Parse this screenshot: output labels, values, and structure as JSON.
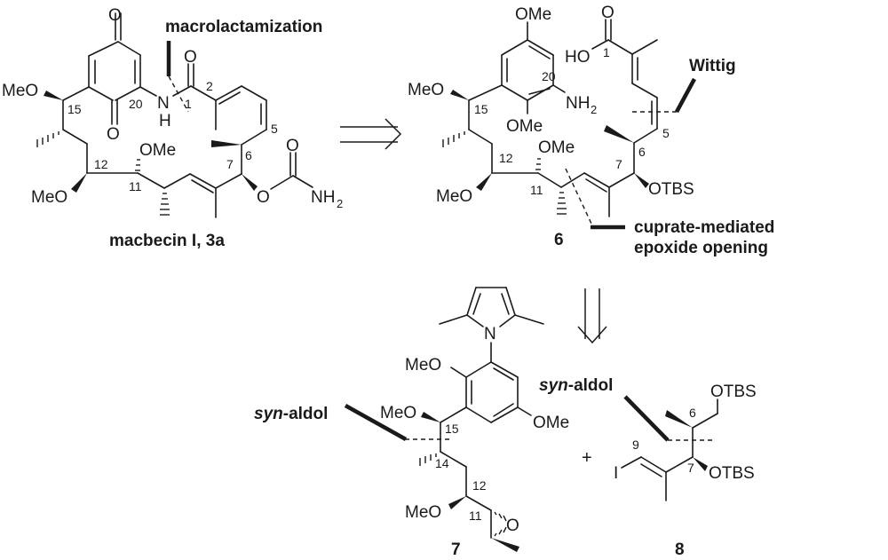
{
  "scheme": {
    "type": "retrosynthetic-analysis",
    "compounds": {
      "macbecin": {
        "name": "macbecin I, 3a",
        "atoms": {
          "o_top": "O",
          "o_bottom": "O",
          "meo_15": "MeO",
          "meo_12": "MeO",
          "ome_11": "OMe",
          "nh": "N",
          "h": "H",
          "o_amide": "O",
          "o_carbamate": "O",
          "o_ester": "O",
          "nh2": "NH",
          "nh2_sub": "2"
        },
        "locants": {
          "c15": "15",
          "c20": "20",
          "c1": "1",
          "c2": "2",
          "c5": "5",
          "c6": "6",
          "c7": "7",
          "c11": "11",
          "c12": "12"
        }
      },
      "compound6": {
        "name": "6",
        "atoms": {
          "ome_top": "OMe",
          "ome_mid": "OMe",
          "meo_15": "MeO",
          "meo_12": "MeO",
          "ome_11": "OMe",
          "nh2": "NH",
          "nh2_sub": "2",
          "ho": "HO",
          "o_acid": "O",
          "otbs": "OTBS"
        },
        "locants": {
          "c20": "20",
          "c15": "15",
          "c1": "1",
          "c5": "5",
          "c6": "6",
          "c7": "7",
          "c11": "11",
          "c12": "12"
        }
      },
      "compound7": {
        "name": "7",
        "atoms": {
          "n_pyrrole": "N",
          "meo_aryl": "MeO",
          "meo_15": "MeO",
          "ome_aryl": "OMe",
          "meo_12": "MeO",
          "o_epoxide": "O"
        },
        "locants": {
          "c15": "15",
          "c14": "14",
          "c12": "12",
          "c11": "11"
        }
      },
      "compound8": {
        "name": "8",
        "atoms": {
          "otbs_top": "OTBS",
          "otbs_bottom": "OTBS",
          "iodo": "I"
        },
        "locants": {
          "c6": "6",
          "c7": "7",
          "c9": "9"
        }
      }
    },
    "disconnections": {
      "macrolactamization": "macrolactamization",
      "wittig": "Wittig",
      "cuprate_line1": "cuprate-mediated",
      "cuprate_line2": "epoxide opening",
      "syn_aldol_left_italic": "syn",
      "syn_aldol_left_rest": "-aldol",
      "syn_aldol_right_italic": "syn",
      "syn_aldol_right_rest": "-aldol"
    },
    "operators": {
      "plus": "+"
    },
    "arrows": [
      {
        "type": "retrosynthetic",
        "direction": "right",
        "from": "macbecin I, 3a",
        "to": "6"
      },
      {
        "type": "retrosynthetic",
        "direction": "down",
        "from": "6",
        "to": "7 + 8"
      }
    ]
  }
}
